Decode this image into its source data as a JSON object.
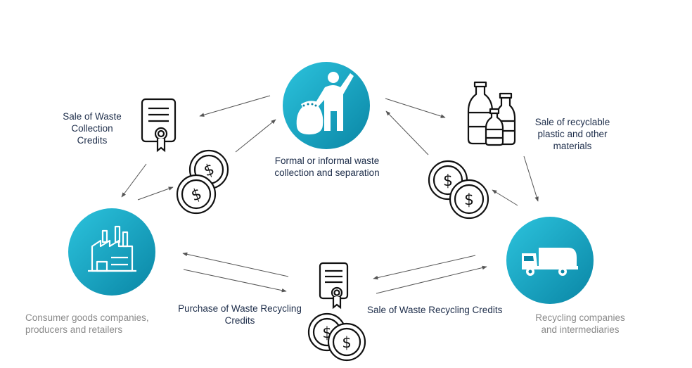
{
  "diagram": {
    "nodes": {
      "collection": {
        "icon": "person-with-sack-icon",
        "label": [
          "Formal or informal waste",
          "collection and separation"
        ]
      },
      "consumer": {
        "icon": "factory-icon",
        "label": [
          "Consumer goods companies,",
          "producers and retailers"
        ]
      },
      "recycling": {
        "icon": "garbage-truck-icon",
        "label": [
          "Recycling companies",
          "and intermediaries"
        ]
      }
    },
    "flows": {
      "collection_credits": [
        "Sale of Waste",
        "Collection",
        "Credits"
      ],
      "recyclable_sale": [
        "Sale of recyclable",
        "plastic and other",
        "materials"
      ],
      "purchase_credits": [
        "Purchase of Waste Recycling",
        "Credits"
      ],
      "sale_credits": "Sale of Waste Recycling Credits"
    },
    "colors": {
      "circle_light": "#22b8d6",
      "circle_dark": "#0a8aa8",
      "text_dark": "#1d2d4a",
      "text_grey": "#8a8a8a",
      "arrow": "#555555"
    }
  }
}
